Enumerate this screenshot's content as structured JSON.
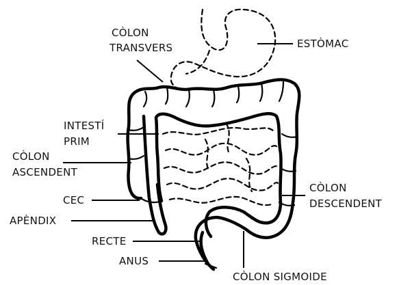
{
  "labels": {
    "colon_transvers": [
      "CÒLON",
      "TRANSVERS"
    ],
    "estomac": [
      "ESTÒMAC"
    ],
    "intesti_prim": [
      "INTESTÍ",
      "PRIM"
    ],
    "colon_ascendent": [
      "CÒLON",
      "ASCENDENT"
    ],
    "cec": [
      "CEC"
    ],
    "apendix": [
      "APÈNDIX"
    ],
    "recte": [
      "RECTE"
    ],
    "anus": [
      "ANUS"
    ],
    "colon_descendent": [
      "CÒLON",
      "DESCENDENT"
    ],
    "colon_sigmoide": [
      "CÒLON SIGMOIDE"
    ]
  },
  "colors": {
    "ink": "#000000",
    "background": "#ffffff"
  }
}
